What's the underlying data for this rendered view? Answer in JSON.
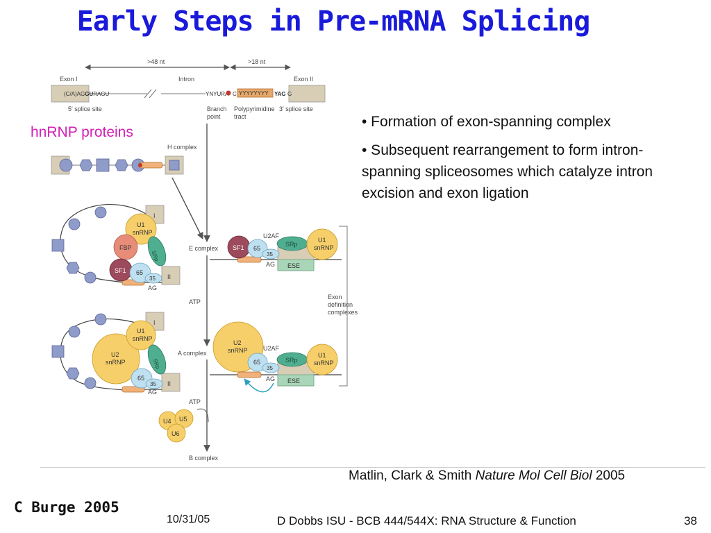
{
  "slide": {
    "title": "Early Steps in Pre-mRNA Splicing",
    "side_label": "hnRNP proteins",
    "bullets": [
      "• Formation of exon-spanning complex",
      "• Subsequent rearrangement to form intron-spanning spliceosomes which catalyze intron excision and exon ligation"
    ],
    "citation_prefix": "Matlin, Clark & Smith ",
    "citation_journal": "Nature Mol Cell Biol",
    "citation_year": " 2005",
    "author": "C Burge 2005",
    "date": "10/31/05",
    "footer": "D Dobbs ISU - BCB 444/544X: RNA Structure & Function",
    "page_number": "38"
  },
  "figure": {
    "dist_48": ">48 nt",
    "dist_18": ">18 nt",
    "exon1": "Exon I",
    "intron": "Intron",
    "exon2": "Exon II",
    "seq_5ss_a": "(C/A)AG",
    "seq_5ss_b": "GU",
    "seq_5ss_c": "RAGU",
    "seq_bp": "YNYURA",
    "seq_c": "C",
    "seq_ppt": "YYYYYYYY",
    "seq_3ss": "YAG",
    "seq_g": "G",
    "label_5ss": "5′ splice site",
    "label_bp_1": "Branch",
    "label_bp_2": "point",
    "label_ppt_1": "Polypyrimidine",
    "label_ppt_2": "tract",
    "label_3ss": "3′ splice site",
    "h_complex": "H complex",
    "e_complex": "E complex",
    "atp": "ATP",
    "a_complex": "A complex",
    "b_complex": "B complex",
    "exon_def_1": "Exon",
    "exon_def_2": "definition",
    "exon_def_3": "complexes",
    "u1": "U1",
    "snrnp": "snRNP",
    "u2": "U2",
    "fbp": "FBP",
    "srp": "SRp",
    "sf1": "SF1",
    "u2af": "U2AF",
    "n65": "65",
    "n35": "35",
    "ag": "AG",
    "ese": "ESE",
    "roman_1": "I",
    "roman_2": "II",
    "u4": "U4",
    "u5": "U5",
    "u6": "U6"
  },
  "colors": {
    "title": "#1a1adb",
    "hnrnp_label": "#d21fb4",
    "u1_u2_snrnp": "#f6cf6a",
    "srp": "#4fae8f",
    "sf1": "#9c4a5c",
    "fbp": "#e88c7a",
    "u2af": "#bfe0f0",
    "hnrnp_beads": "#8f9bc9",
    "exon_box": "#d8cdb5"
  }
}
